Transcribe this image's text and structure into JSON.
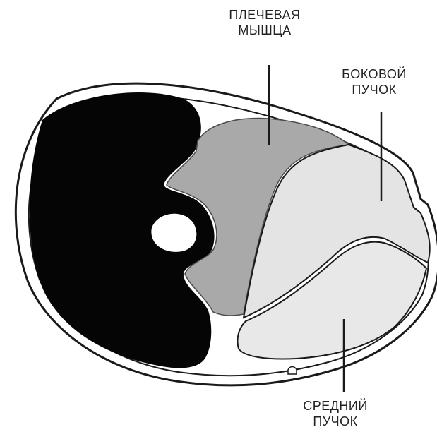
{
  "labels": {
    "brachialis": {
      "line1": "ПЛЕЧЕВАЯ",
      "line2": "МЫШЦА"
    },
    "lateral_head": {
      "line1": "БОКОВОЙ",
      "line2": "ПУЧОК"
    },
    "medial_head": {
      "line1": "СРЕДНИЙ",
      "line2": "ПУЧОК"
    }
  },
  "colors": {
    "outline": "#1a1a1a",
    "dark_muscle": "#050505",
    "brachialis": "#a9a9a9",
    "lateral_head": "#e4e4e4",
    "medial_head": "#e8e8e8",
    "bone": "#ffffff",
    "background": "#ffffff"
  }
}
